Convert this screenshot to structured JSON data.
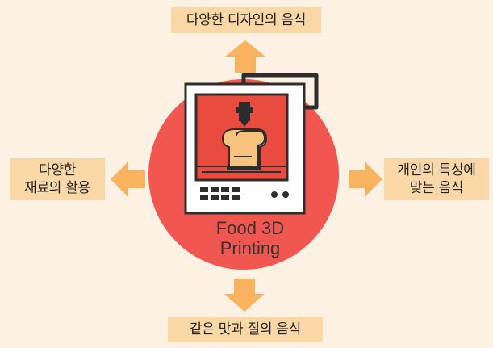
{
  "diagram": {
    "center_title_line1": "Food 3D",
    "center_title_line2": "Printing",
    "labels": {
      "top": "다양한 디자인의 음식",
      "left_line1": "다양한",
      "left_line2": "재료의 활용",
      "right_line1": "개인의 특성에",
      "right_line2": "맞는 음식",
      "bottom": "같은 맛과 질의 음식"
    },
    "colors": {
      "background": "#fdf1e4",
      "circle": "#f25650",
      "arrow": "#f9b35e",
      "label_fill": "#f9d7a6",
      "printer_frame": "#ffffff",
      "printer_inner": "#ea4b3f",
      "food_fill": "#f6c27e",
      "outline": "#2d2d2d"
    }
  }
}
